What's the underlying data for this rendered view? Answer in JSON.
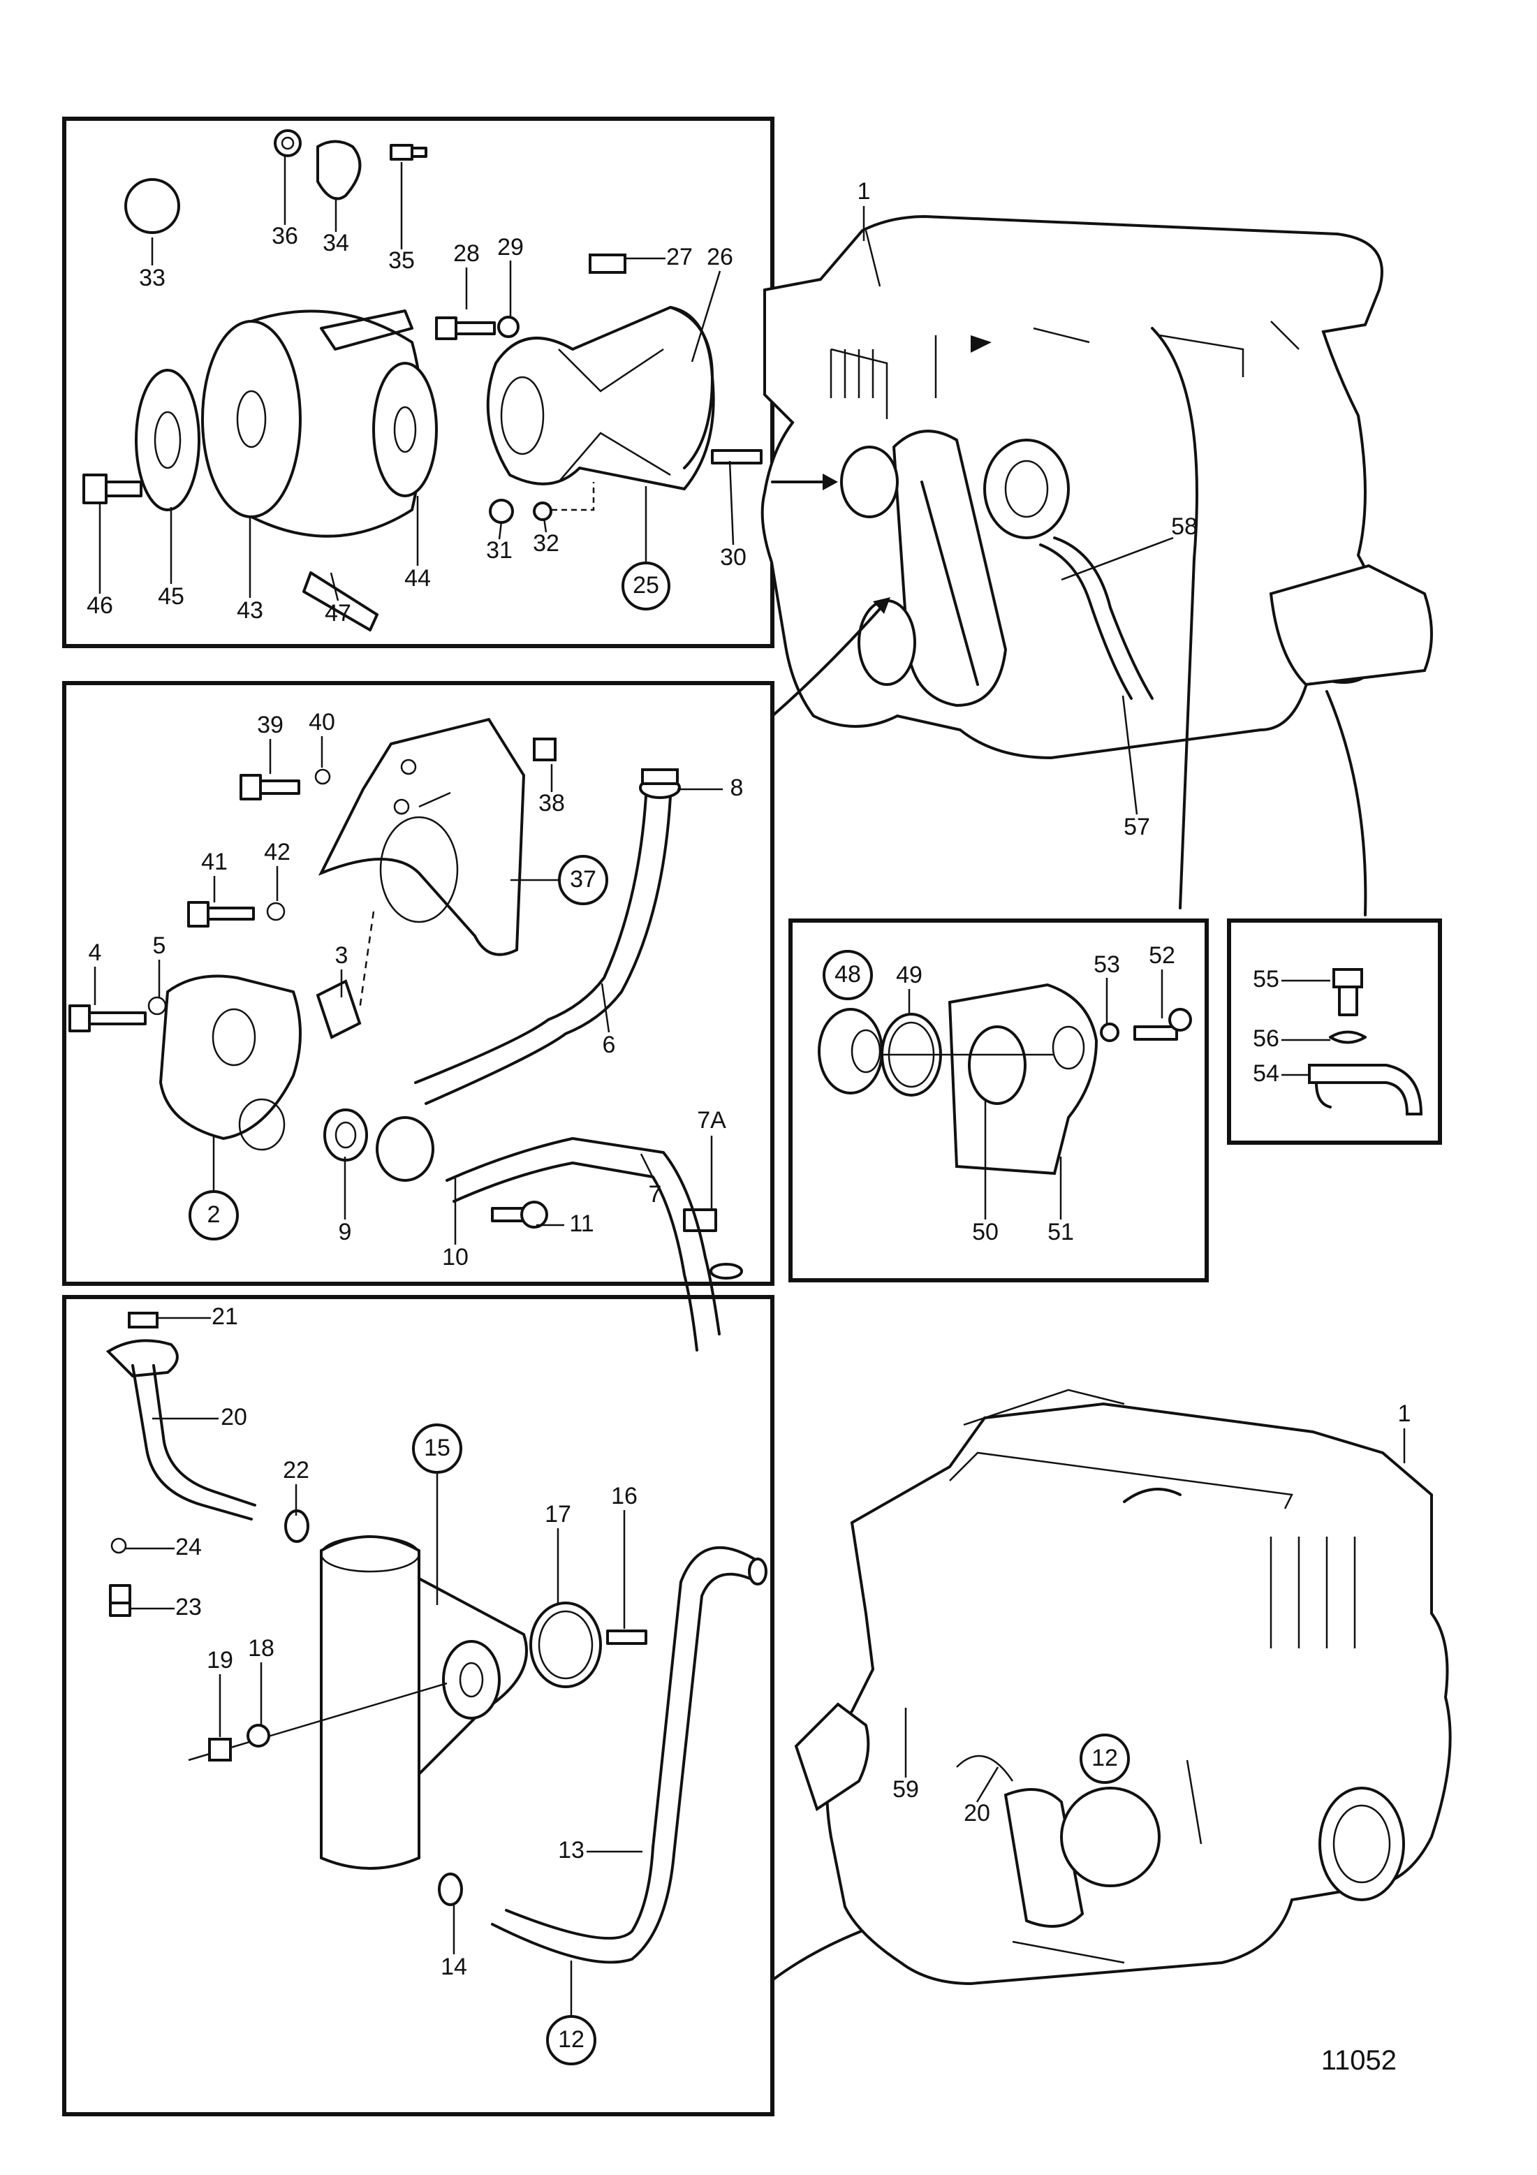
{
  "figure_ref": "11052",
  "labels": {
    "p1": "1",
    "p2": "2",
    "p3": "3",
    "p4": "4",
    "p5": "5",
    "p6": "6",
    "p7": "7",
    "p7a": "7A",
    "p8": "8",
    "p9": "9",
    "p10": "10",
    "p11": "11",
    "p12": "12",
    "p13": "13",
    "p14": "14",
    "p15": "15",
    "p16": "16",
    "p17": "17",
    "p18": "18",
    "p19": "19",
    "p20": "20",
    "p21": "21",
    "p22": "22",
    "p23": "23",
    "p24": "24",
    "p25": "25",
    "p26": "26",
    "p27": "27",
    "p28": "28",
    "p29": "29",
    "p30": "30",
    "p31": "31",
    "p32": "32",
    "p33": "33",
    "p34": "34",
    "p35": "35",
    "p36": "36",
    "p37": "37",
    "p38": "38",
    "p39": "39",
    "p40": "40",
    "p41": "41",
    "p42": "42",
    "p43": "43",
    "p44": "44",
    "p45": "45",
    "p46": "46",
    "p47": "47",
    "p48": "48",
    "p49": "49",
    "p50": "50",
    "p51": "51",
    "p52": "52",
    "p53": "53",
    "p54": "54",
    "p55": "55",
    "p56": "56",
    "p57": "57",
    "p58": "58",
    "p59": "59"
  }
}
